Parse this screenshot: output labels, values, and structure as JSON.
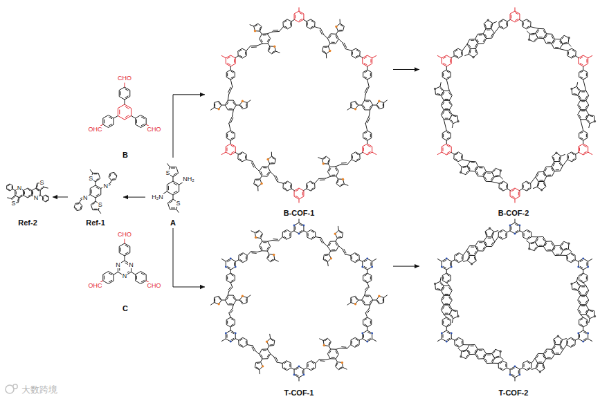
{
  "diagram": {
    "nodes": [
      {
        "text": [
          "B"
        ]
      },
      {
        "text": [
          "Ref-2"
        ]
      },
      {
        "text": [
          "Ref-1"
        ]
      },
      {
        "text": [
          "A"
        ]
      },
      {
        "text": [
          "C"
        ]
      },
      {
        "text": [
          "B-COF-1"
        ]
      },
      {
        "text": [
          "B-COF-2"
        ]
      },
      {
        "text": [
          "T-COF-1"
        ]
      },
      {
        "text": [
          "T-COF-2"
        ]
      }
    ],
    "edges": [
      {
        "from": 3,
        "to": 2,
        "arrow": "to"
      },
      {
        "from": 2,
        "to": 1,
        "arrow": "to"
      },
      {
        "from": 3,
        "to": 5,
        "arrow": "to"
      },
      {
        "from": 3,
        "to": 7,
        "arrow": "to"
      },
      {
        "from": 5,
        "to": 6,
        "arrow": "to"
      },
      {
        "from": 7,
        "to": 8,
        "arrow": "to"
      }
    ],
    "labels": [
      "CHO",
      "OHC",
      "CHO",
      "CHO",
      "OHC",
      "CHO",
      "N",
      "N",
      "N",
      "S",
      "S",
      "NH₂",
      "H₂N",
      "S",
      "S",
      "N",
      "N",
      "S",
      "S",
      "N",
      "N",
      "大数跨境"
    ]
  }
}
